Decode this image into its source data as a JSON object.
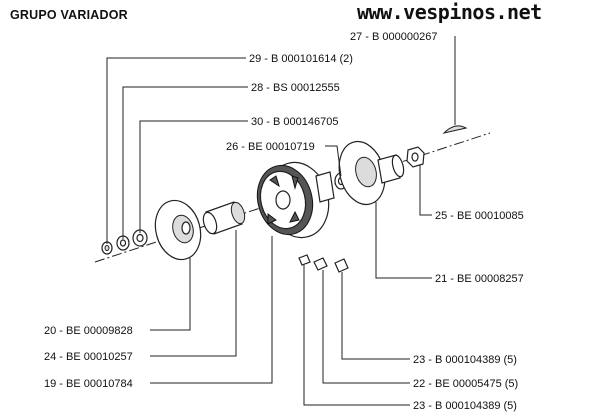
{
  "header": {
    "title": "GRUPO VARIADOR",
    "site": "www.vespinos.net"
  },
  "callouts": [
    {
      "id": "29",
      "text": "29 - B 000101614 (2)"
    },
    {
      "id": "28",
      "text": "28 - BS 00012555"
    },
    {
      "id": "30",
      "text": "30 - B 000146705"
    },
    {
      "id": "26",
      "text": "26 - BE 00010719"
    },
    {
      "id": "27",
      "text": "27 - B 000000267"
    },
    {
      "id": "25",
      "text": "25 - BE 00010085"
    },
    {
      "id": "21",
      "text": "21 - BE 00008257"
    },
    {
      "id": "20",
      "text": "20 - BE 00009828"
    },
    {
      "id": "24",
      "text": "24 - BE 00010257"
    },
    {
      "id": "19",
      "text": "19 - BE 00010784"
    },
    {
      "id": "23a",
      "text": "23 - B 000104389 (5)"
    },
    {
      "id": "22",
      "text": "22 - BE 00005475 (5)"
    },
    {
      "id": "23b",
      "text": "23 - B 000104389 (5)"
    }
  ]
}
